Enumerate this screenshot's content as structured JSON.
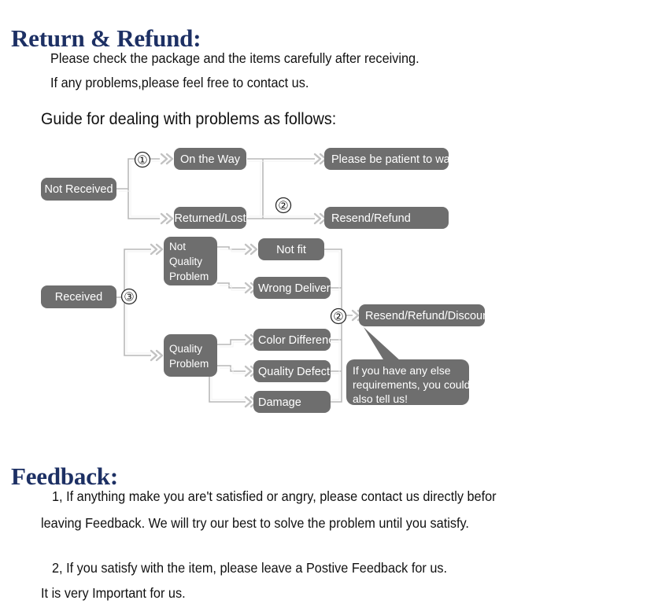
{
  "sections": {
    "return_refund": {
      "title": "Return & Refund:",
      "lines": [
        "Please check the package and the items carefully after receiving.",
        "If any problems,please feel free to contact us."
      ],
      "guide_heading": "Guide for dealing with problems as follows:"
    },
    "feedback": {
      "title": "Feedback:",
      "lines": [
        "1, If anything make you are't satisfied or angry, please contact us directly befor",
        "leaving Feedback. We will try our best to solve the problem until you satisfy.",
        "2, If you satisfy with the item, please leave a Postive Feedback for us.",
        "It is very Important for us."
      ]
    }
  },
  "flowchart": {
    "node_fill": "#6e6e6e",
    "node_text_color": "#ffffff",
    "connector_color": "#b9b9b9",
    "nodes": {
      "not_received": "Not Received",
      "on_the_way": "On the Way",
      "returned_lost": "Returned/Lost",
      "please_wait": "Please be patient to wait",
      "resend_refund": "Resend/Refund",
      "received": "Received",
      "not_quality_problem": [
        "Not",
        "Quality",
        "Problem"
      ],
      "quality_problem": [
        "Quality",
        "Problem"
      ],
      "not_fit": "Not fit",
      "wrong_delivery": "Wrong Delivery",
      "color_difference": "Color Difference",
      "quality_defect": "Quality Defect",
      "damage": "Damage",
      "resend_refund_discount": "Resend/Refund/Discount"
    },
    "markers": {
      "one": "①",
      "two_top": "②",
      "three": "③",
      "two_bottom": "②"
    },
    "callout": {
      "lines": [
        "If you have any else",
        "requirements, you could",
        "also tell us!"
      ]
    }
  }
}
